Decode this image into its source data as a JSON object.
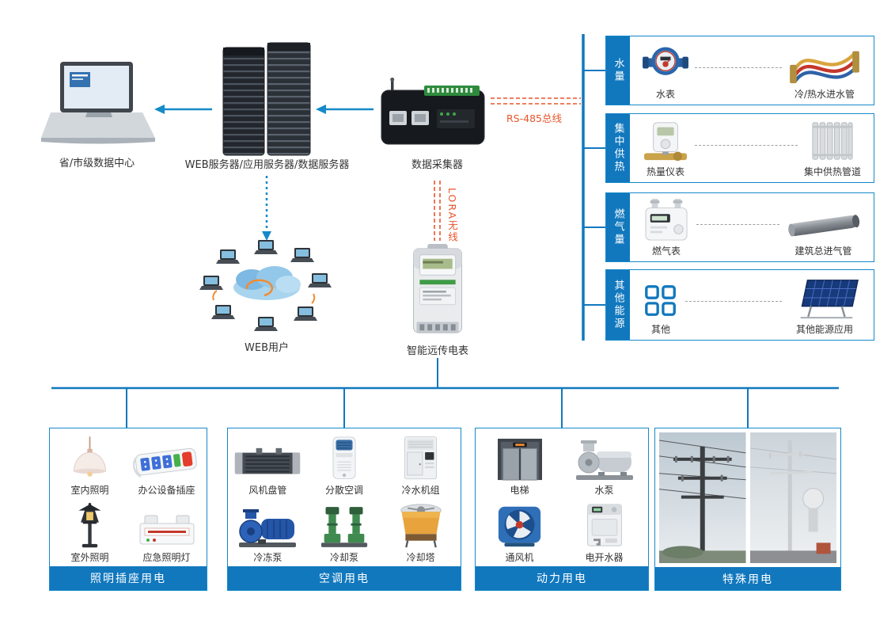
{
  "colors": {
    "primary_blue": "#1178be",
    "line_blue": "#1689ca",
    "accent_red": "#e8552b"
  },
  "top_flow": {
    "datacenter_label": "省/市级数据中心",
    "server_label": "WEB服务器/应用服务器/数据服务器",
    "collector_label": "数据采集器",
    "rs485_label": "RS-485总线",
    "lora_label": "LORA无线",
    "web_users_label": "WEB用户",
    "smart_meter_label": "智能远传电表"
  },
  "right_panels": [
    {
      "category": "水量",
      "item1": "水表",
      "item2": "冷/热水进水管"
    },
    {
      "category": "集中供热",
      "item1": "热量仪表",
      "item2": "集中供热管道"
    },
    {
      "category": "燃气量",
      "item1": "燃气表",
      "item2": "建筑总进气管"
    },
    {
      "category": "其他能源",
      "item1": "其他",
      "item2": "其他能源应用"
    }
  ],
  "bottom_panels": [
    {
      "title": "照明插座用电",
      "items": [
        "室内照明",
        "办公设备插座",
        "室外照明",
        "应急照明灯"
      ]
    },
    {
      "title": "空调用电",
      "items": [
        "风机盘管",
        "分散空调",
        "冷水机组",
        "冷冻泵",
        "冷却泵",
        "冷却塔"
      ]
    },
    {
      "title": "动力用电",
      "items": [
        "电梯",
        "水泵",
        "通风机",
        "电开水器"
      ]
    },
    {
      "title": "特殊用电",
      "items": []
    }
  ]
}
